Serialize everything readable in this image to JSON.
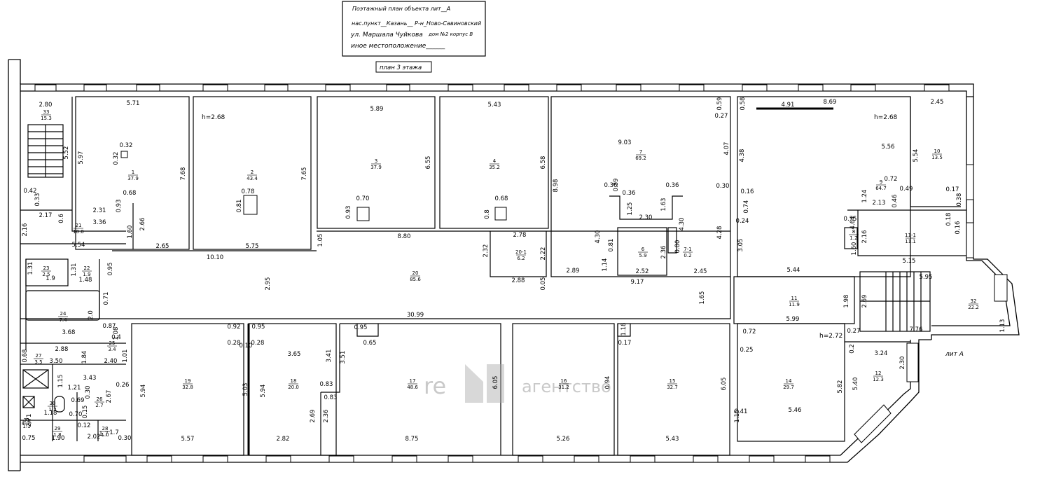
{
  "stamp": {
    "title": "Поэтажный план объекта лит__А",
    "locality": "нас.пункт__Казань__  Р-н_Ново-Савиновский",
    "street": "ул. Маршала Чуйкова",
    "house": "дом №2  корпус В",
    "other": "иное местоположение______"
  },
  "floor_label": "план 3  этажа",
  "liter_label": "лит А",
  "ceiling_heights": [
    "h=2.68",
    "h=2.68",
    "h=2.72"
  ],
  "watermark": {
    "left": "re",
    "right": "агентство"
  },
  "rooms": [
    {
      "no": "33",
      "area": "15.3"
    },
    {
      "no": "1",
      "area": "37.9"
    },
    {
      "no": "2",
      "area": "43.4"
    },
    {
      "no": "3",
      "area": "37.9"
    },
    {
      "no": "4",
      "area": "35.2"
    },
    {
      "no": "7",
      "area": "69.2"
    },
    {
      "no": "9",
      "area": "64.7"
    },
    {
      "no": "10",
      "area": "13.5"
    },
    {
      "no": "11-1",
      "area": "11.1"
    },
    {
      "no": "21",
      "area": "10.0"
    },
    {
      "no": "23",
      "area": "2.5"
    },
    {
      "no": "22",
      "area": "1.9"
    },
    {
      "no": "24",
      "area": "7.4"
    },
    {
      "no": "20-1",
      "area": "6.2"
    },
    {
      "no": "20",
      "area": "85.6"
    },
    {
      "no": "6",
      "area": "5.9"
    },
    {
      "no": "7-1",
      "area": "0.2"
    },
    {
      "no": "8",
      "area": "1.2"
    },
    {
      "no": "11",
      "area": "11.9"
    },
    {
      "no": "32",
      "area": "22.2"
    },
    {
      "no": "25",
      "area": "3.4"
    },
    {
      "no": "27",
      "area": "3.5"
    },
    {
      "no": "19",
      "area": "32.8"
    },
    {
      "no": "18",
      "area": "20.0"
    },
    {
      "no": "17",
      "area": "48.6"
    },
    {
      "no": "16",
      "area": "31.2"
    },
    {
      "no": "15",
      "area": "32.7"
    },
    {
      "no": "14",
      "area": "29.7"
    },
    {
      "no": "12",
      "area": "12.3"
    },
    {
      "no": "26",
      "area": "2.7"
    },
    {
      "no": "30",
      "area": "1.2"
    },
    {
      "no": "29",
      "area": "1.8"
    },
    {
      "no": "28",
      "area": "1.0"
    },
    {
      "no": "31",
      "area": "1.1"
    }
  ],
  "dimensions": {
    "d1": "2.80",
    "d2": "5.71",
    "d3": "5.89",
    "d4": "5.43",
    "d5": "0.59",
    "d6": "0.58",
    "d7": "4.91",
    "d8": "8.69",
    "d9": "2.45",
    "d10": "0.27",
    "d11": "9.03",
    "d12": "5.97",
    "d13": "0.32",
    "d14": "0.32",
    "d15": "7.68",
    "d16": "7.65",
    "d17": "6.55",
    "d18": "6.58",
    "d19": "8.98",
    "d20": "4.07",
    "d21": "4.38",
    "d22": "5.56",
    "d23": "5.54",
    "d24": "5.52",
    "d25": "0.78",
    "d26": "0.81",
    "d27": "0.70",
    "d28": "0.93",
    "d29": "0.68",
    "d30": "0.8",
    "d31": "0.36",
    "d32": "0.39",
    "d33": "0.36",
    "d34": "0.36",
    "d35": "0.30",
    "d36": "0.16",
    "d37": "0.72",
    "d38": "0.49",
    "d39": "0.17",
    "d40": "0.42",
    "d41": "0.33",
    "d42": "0.68",
    "d43": "2.17",
    "d44": "0.6",
    "d45": "2.31",
    "d46": "3.36",
    "d47": "0.93",
    "d48": "2.66",
    "d49": "1.60",
    "d50": "2.16",
    "d51": "2.65",
    "d52": "5.75",
    "d53": "8.80",
    "d54": "1.25",
    "d55": "1.63",
    "d56": "2.30",
    "d57": "4.30",
    "d58": "4.30",
    "d59": "4.28",
    "d60": "0.74",
    "d61": "0.24",
    "d62": "1.24",
    "d63": "2.13",
    "d64": "0.46",
    "d65": "4.64",
    "d66": "0.75",
    "d67": "0.18",
    "d68": "0.38",
    "d69": "0.16",
    "d70": "5.54",
    "d71": "10.10",
    "d72": "1.05",
    "d73": "2.78",
    "d74": "2.32",
    "d75": "2.22",
    "d76": "0.81",
    "d77": "2.36",
    "d78": "0.80",
    "d79": "3.05",
    "d80": "2.16",
    "d81": "1.60",
    "d82": "1.31",
    "d83": "1.31",
    "d84": "0.95",
    "d85": "1.9",
    "d86": "1.48",
    "d87": "2.95",
    "d88": "2.89",
    "d89": "1.14",
    "d90": "2.52",
    "d91": "2.45",
    "d92": "5.44",
    "d93": "5.15",
    "d94": "9.17",
    "d95": "2.88",
    "d96": "0.05",
    "d97": "0.71",
    "d98": "2.0",
    "d99": "1.65",
    "d100": "1.98",
    "d101": "2.69",
    "d102": "5.95",
    "d103": "1.13",
    "d104": "30.99",
    "d105": "5.99",
    "d106": "7.76",
    "d107": "3.68",
    "d108": "0.87",
    "d109": "1.08",
    "d110": "0.92",
    "d111": "0.95",
    "d112": "0.95",
    "d113": "1.18",
    "d114": "0.72",
    "d115": "0.27",
    "d116": "0.28",
    "d117": "0.28",
    "d118": "0.10",
    "d119": "0.65",
    "d120": "0.17",
    "d121": "0.25",
    "d122": "0.2",
    "d123": "3.24",
    "d124": "0.68",
    "d125": "2.88",
    "d126": "1.84",
    "d127": "1.01",
    "d128": "0.4",
    "d129": "3.65",
    "d130": "3.41",
    "d131": "3.51",
    "d132": "2.30",
    "d133": "3.50",
    "d134": "2.40",
    "d135": "3.43",
    "d136": "0.26",
    "d137": "1.15",
    "d138": "1.21",
    "d139": "2.67",
    "d140": "0.30",
    "d141": "5.94",
    "d142": "5.03",
    "d143": "5.94",
    "d144": "0.83",
    "d145": "0.83",
    "d146": "6.05",
    "d147": "6.05",
    "d148": "5.82",
    "d149": "5.40",
    "d150": "0.69",
    "d151": "0.70",
    "d152": "0.15",
    "d153": "1.18",
    "d154": "2.69",
    "d155": "2.36",
    "d156": "0.41",
    "d157": "1.15",
    "d158": "5.46",
    "d159": "2.71",
    "d160": "0.75",
    "d161": "1.90",
    "d162": "2.02",
    "d163": "0.30",
    "d164": "5.57",
    "d165": "2.82",
    "d166": "8.75",
    "d167": "5.26",
    "d168": "5.43",
    "d169": "0.12",
    "d170": "1.7",
    "d171": "1.7",
    "d172": "0.94",
    "d173": "1.7"
  }
}
